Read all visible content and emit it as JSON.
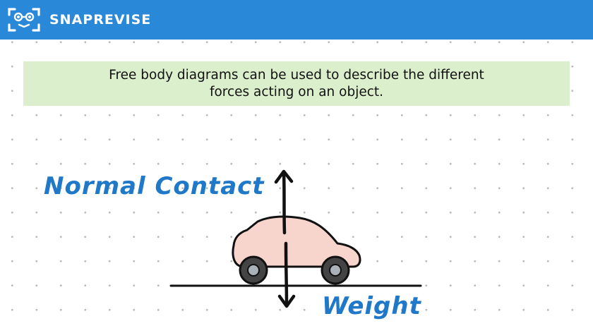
{
  "brand": {
    "name": "SNAPREVISE",
    "icon": "snaprevise-logo-icon",
    "bar_color": "#2a88d8"
  },
  "caption": {
    "text": "Free body diagrams can be used to describe the different forces acting on an object.",
    "background": "#dcefcd"
  },
  "diagram": {
    "object": "car",
    "car_color": "#f7d4cc",
    "label_color": "#1f78c8",
    "forces": {
      "up": {
        "label": "Normal Contact"
      },
      "down": {
        "label": "Weight"
      }
    }
  }
}
